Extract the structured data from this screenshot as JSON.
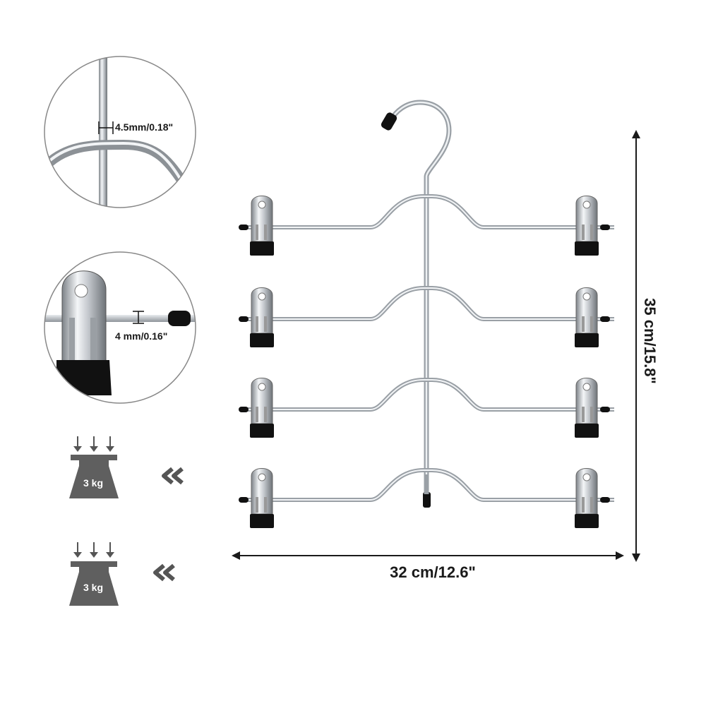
{
  "dimensions": {
    "width_label": "32 cm/12.6\"",
    "height_label": "35 cm/15.8\""
  },
  "detail_wire": {
    "thickness_label": "4.5mm/0.18\""
  },
  "detail_clip": {
    "thickness_label": "4 mm/0.16\""
  },
  "load_ratings": [
    {
      "weight_label": "3 kg"
    },
    {
      "weight_label": "3 kg"
    }
  ],
  "colors": {
    "chrome": "#b8bcc2",
    "rubber": "#111111",
    "weight_grey": "#5f5f5f",
    "outline": "#8a8a8a"
  }
}
